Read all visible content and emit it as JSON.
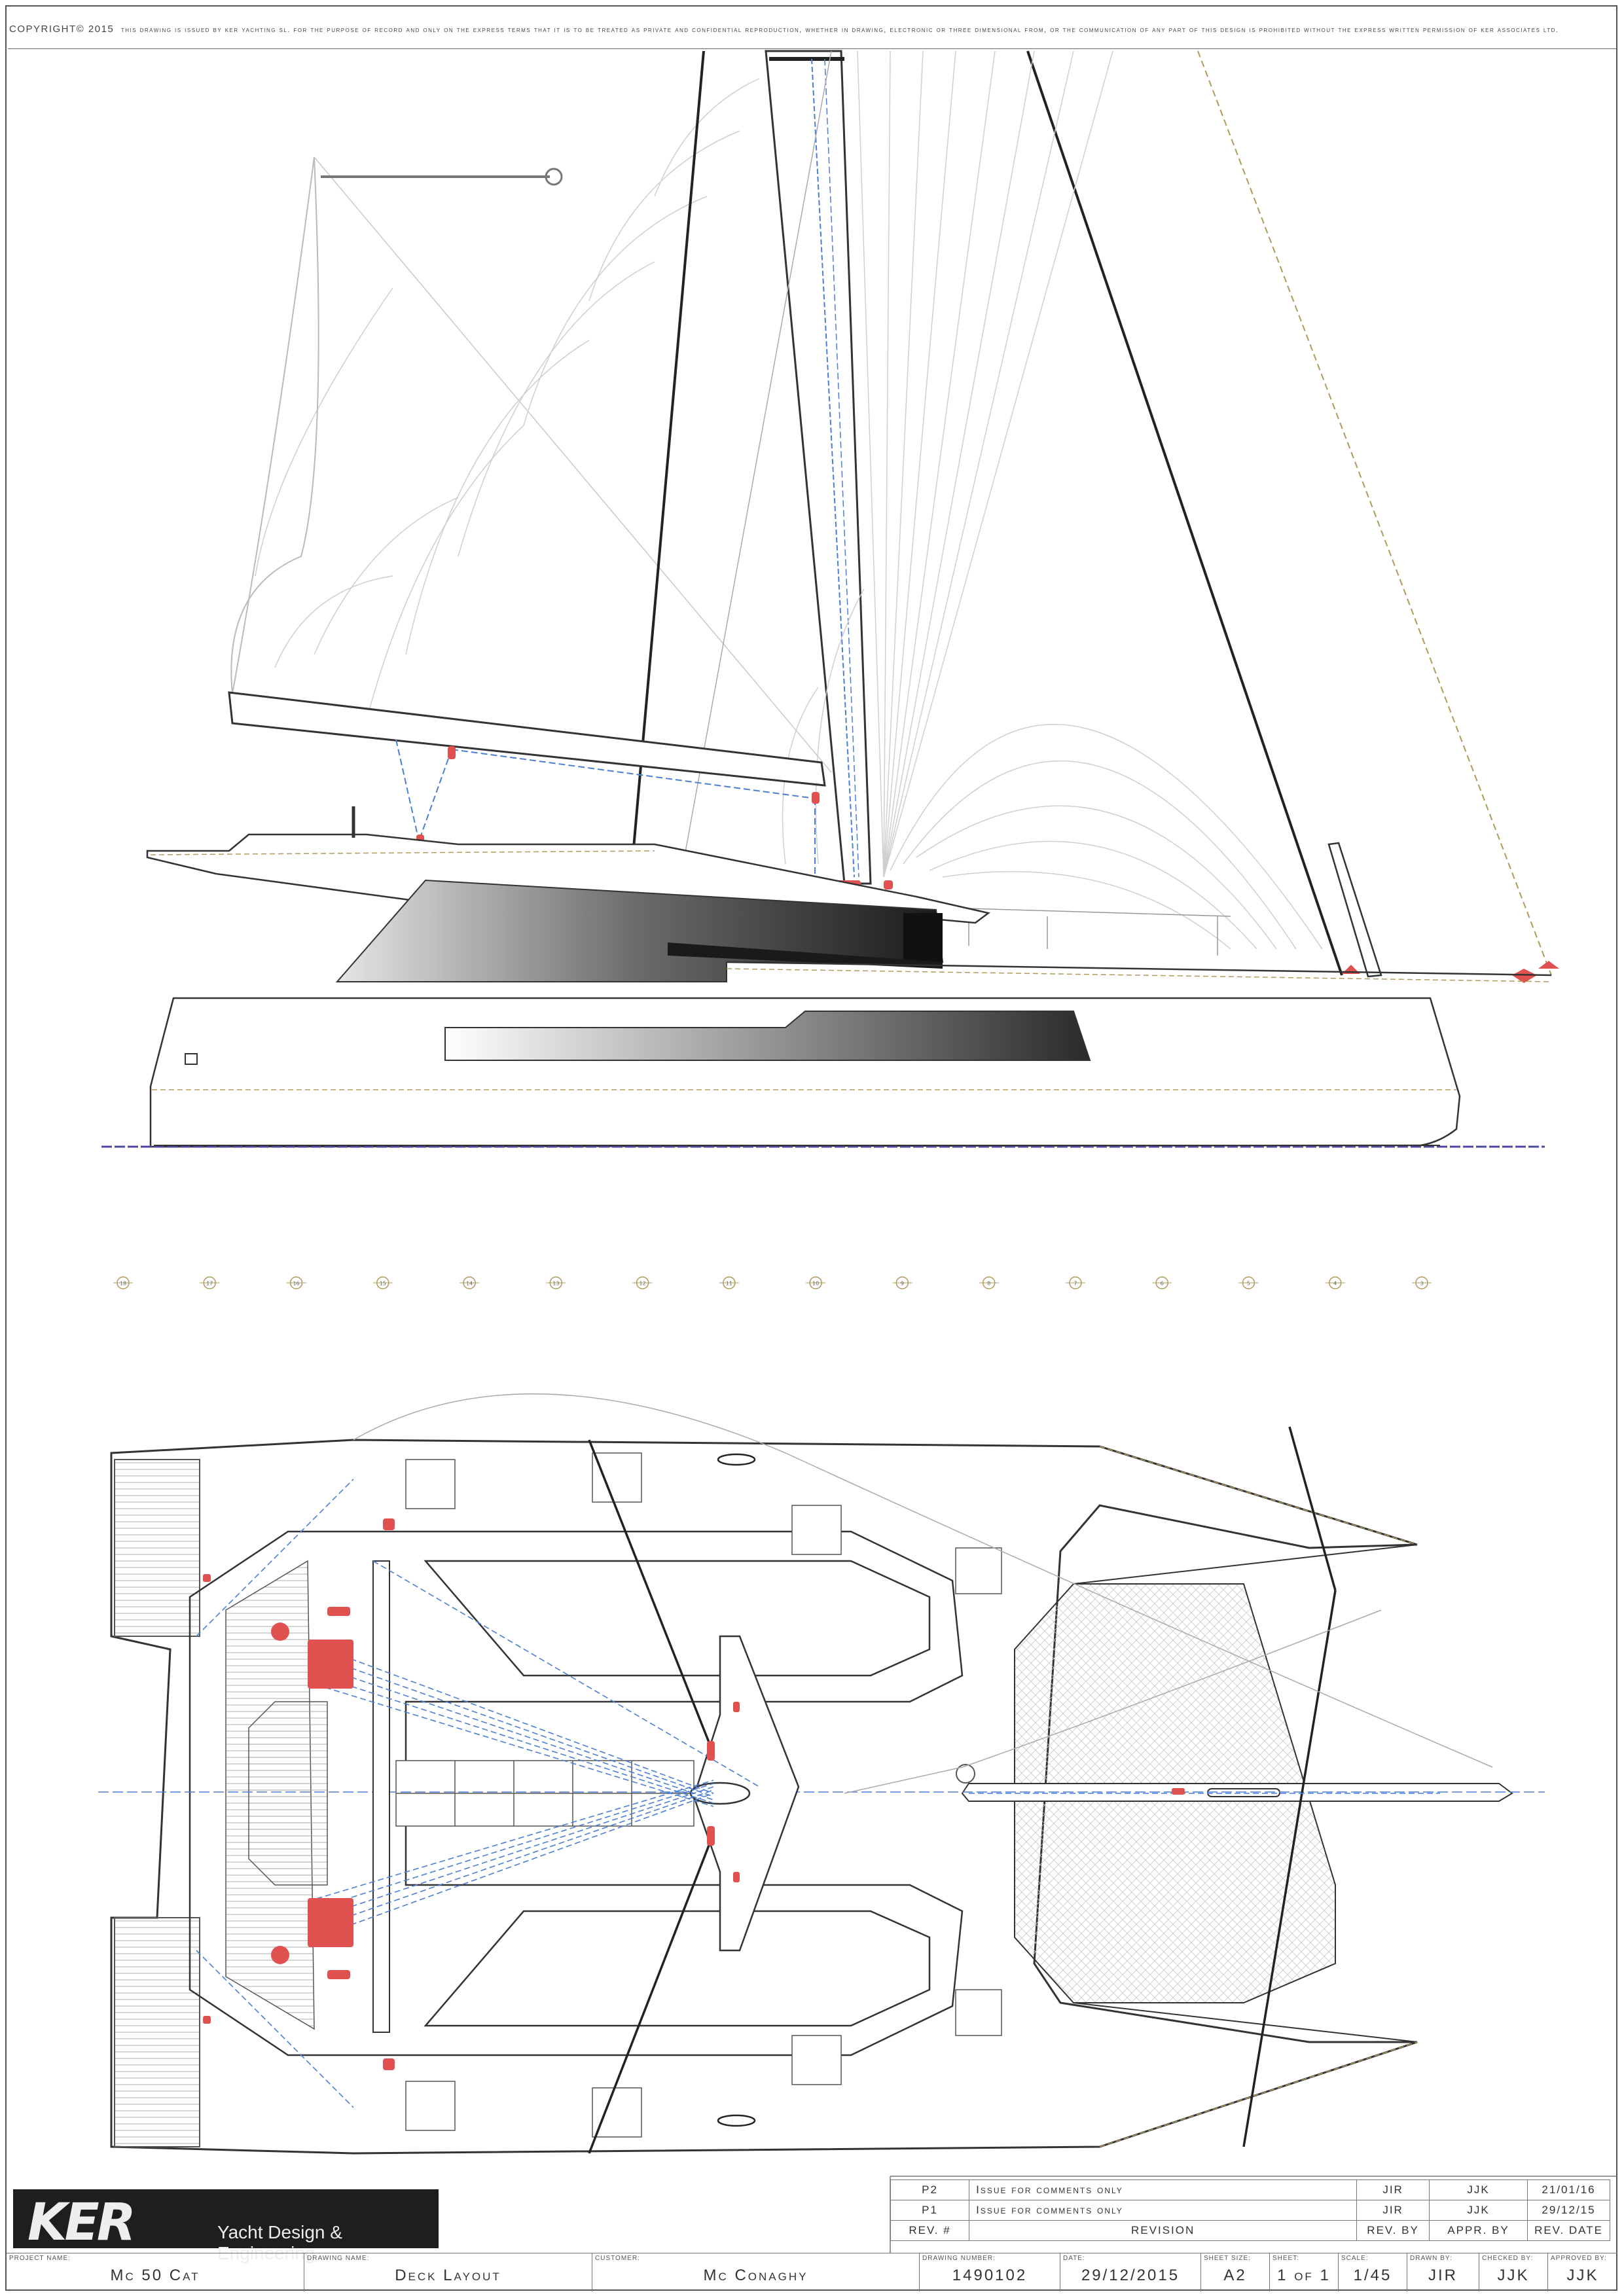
{
  "copyright": {
    "tag": "COPYRIGHT© 2015",
    "text": "this drawing is issued by ker yachting sl. for the purpose of record and only on the express terms that it is to be treated as private and confidential reproduction, whether in drawing, electronic or three dimensional from, or the communication of any part of this design is prohibited without the express written permission of ker associates ltd."
  },
  "stations": [
    "18",
    "17",
    "16",
    "15",
    "14",
    "13",
    "12",
    "11",
    "10",
    "9",
    "8",
    "7",
    "6",
    "5",
    "4",
    "3"
  ],
  "logo": {
    "mark": "KER",
    "tagline": "Yacht Design & Engineering"
  },
  "revisions": [
    {
      "rev": "P2",
      "description": "Issue for comments only",
      "by": "JIR",
      "approved": "JJK",
      "date": "21/01/16"
    },
    {
      "rev": "P1",
      "description": "Issue for comments only",
      "by": "JIR",
      "approved": "JJK",
      "date": "29/12/15"
    }
  ],
  "revision_header": {
    "rev": "REV. #",
    "description": "REVISION",
    "by": "REV. BY",
    "approved": "APPR. BY",
    "date": "REV. DATE"
  },
  "title_block": {
    "project_name": {
      "label": "PROJECT NAME:",
      "value": "Mc 50 Cat"
    },
    "drawing_name": {
      "label": "DRAWING NAME:",
      "value": "Deck Layout"
    },
    "customer": {
      "label": "CUSTOMER:",
      "value": "Mc Conaghy"
    },
    "drawing_number": {
      "label": "DRAWING NUMBER:",
      "value": "1490102"
    },
    "date": {
      "label": "DATE:",
      "value": "29/12/2015"
    },
    "sheet_size": {
      "label": "SHEET SIZE:",
      "value": "A2"
    },
    "sheet": {
      "label": "SHEET:",
      "value": "1 of 1"
    },
    "scale": {
      "label": "SCALE:",
      "value": "1/45"
    },
    "drawn_by": {
      "label": "DRAWN BY:",
      "value": "JIR"
    },
    "checked_by": {
      "label": "CHECKED BY:",
      "value": "JJK"
    },
    "approved_by": {
      "label": "APPROVED BY:",
      "value": "JJK"
    }
  },
  "colors": {
    "line": "#333333",
    "thin": "#9a9a9a",
    "rigging_blue": "#4a7fd8",
    "hardware_red": "#e0524f",
    "gold_dash": "#b09a5a"
  }
}
